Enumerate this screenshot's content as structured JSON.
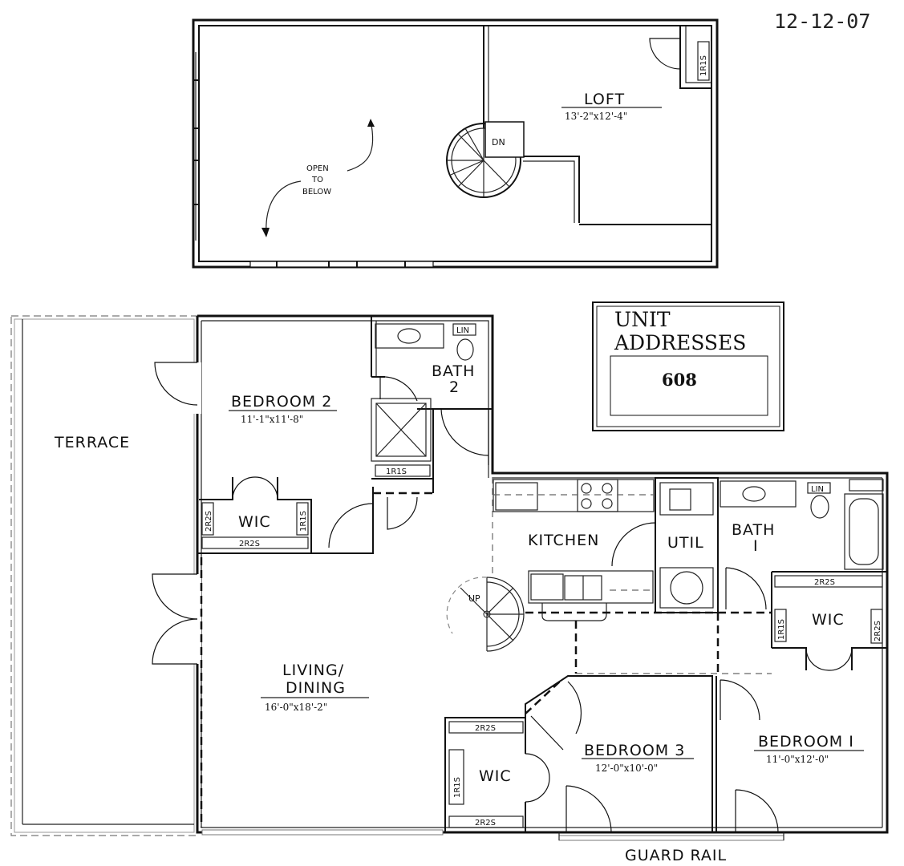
{
  "date": "12-12-07",
  "rooms": {
    "loft": {
      "name": "LOFT",
      "dim": "13'-2\"x12'-4\""
    },
    "bedroom2": {
      "name": "BEDROOM 2",
      "dim": "11'-1\"x11'-8\""
    },
    "bath2": {
      "name_line1": "BATH",
      "name_line2": "2"
    },
    "terrace": {
      "name": "TERRACE"
    },
    "kitchen": {
      "name": "KITCHEN"
    },
    "util": {
      "name": "UTIL"
    },
    "bath1": {
      "name_line1": "BATH",
      "name_line2": "I"
    },
    "living": {
      "name_line1": "LIVING/",
      "name_line2": "DINING",
      "dim": "16'-0\"x18'-2\""
    },
    "bedroom3": {
      "name": "BEDROOM 3",
      "dim": "12'-0\"x10'-0\""
    },
    "bedroom1": {
      "name": "BEDROOM I",
      "dim": "11'-0\"x12'-0\""
    },
    "wic": "WIC"
  },
  "notes": {
    "open_to_below": [
      "OPEN",
      "TO",
      "BELOW"
    ],
    "guard_rail": "GUARD RAIL",
    "stair_down": "DN",
    "stair_up": "UP"
  },
  "fixtures": {
    "r1s": "1R1S",
    "r2s": "2R2S",
    "lin": "LIN"
  },
  "address_box": {
    "title_line1": "UNIT",
    "title_line2": "ADDRESSES",
    "number": "608"
  }
}
